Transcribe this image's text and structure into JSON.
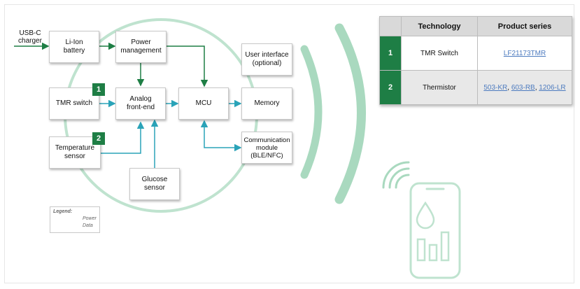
{
  "input": {
    "usb_charger": "USB-C\ncharger"
  },
  "blocks": {
    "battery": "Li-Ion\nbattery",
    "power_management": "Power\nmanagement",
    "user_interface": "User interface\n(optional)",
    "tmr_switch": "TMR switch",
    "analog_front_end": "Analog\nfront-end",
    "mcu": "MCU",
    "memory": "Memory",
    "temperature_sensor": "Temperature\nsensor",
    "communication_module": "Communication\nmodule\n(BLE/NFC)",
    "glucose_sensor": "Glucose\nsensor"
  },
  "badges": {
    "tmr": "1",
    "temperature": "2"
  },
  "legend": {
    "title": "Legend:",
    "power": "Power",
    "data": "Data"
  },
  "colors": {
    "power": "#1e7e45",
    "data": "#2aa3b8",
    "accent_green": "#1e7e45",
    "wave": "#a9d9bf"
  },
  "icons": {
    "phone": "smartphone-icon",
    "drop": "droplet-icon",
    "signal": "wireless-signal-icon"
  },
  "table": {
    "headers": [
      "",
      "Technology",
      "Product series"
    ],
    "rows": [
      {
        "num": "1",
        "technology": "TMR Switch",
        "series": [
          "LF21173TMR"
        ]
      },
      {
        "num": "2",
        "technology": "Thermistor",
        "series": [
          "503-KR",
          "603-RB",
          "1206-LR"
        ]
      }
    ]
  }
}
